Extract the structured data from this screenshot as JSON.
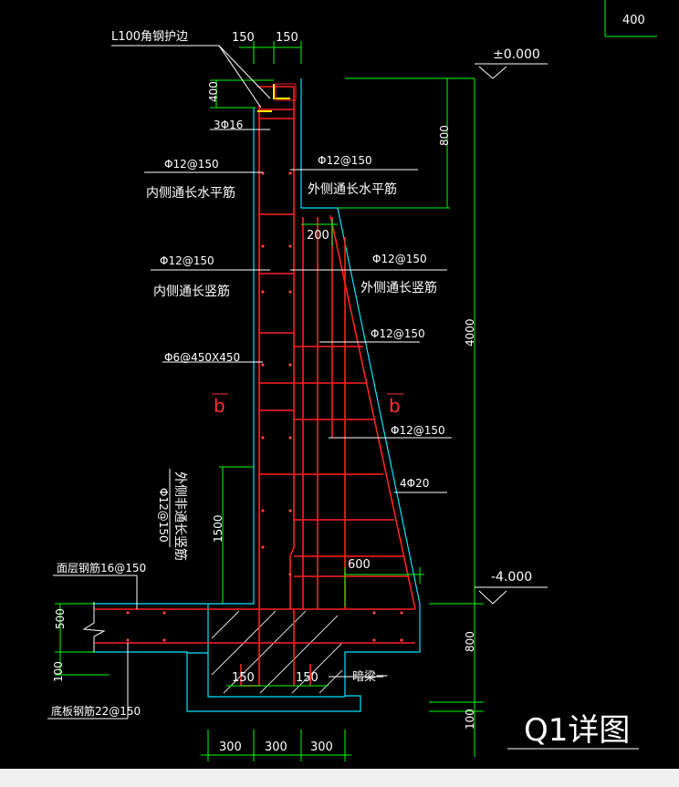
{
  "title": "Q1详图",
  "labels": {
    "angle_steel": "L100角钢护边",
    "top_bars": "3Φ16",
    "inner_horiz_spec": "Φ12@150",
    "inner_horiz_text": "内侧通长水平筋",
    "outer_horiz_spec": "Φ12@150",
    "outer_horiz_text": "外侧通长水平筋",
    "inner_vert_spec": "Φ12@150",
    "inner_vert_text": "内侧通长竖筋",
    "outer_vert_spec": "Φ12@150",
    "outer_vert_text": "外侧通长竖筋",
    "buttress_spec1": "Φ12@150",
    "tie_bars": "Φ6@450X450",
    "section_left": "b",
    "section_right": "b",
    "buttress_spec2": "Φ12@150",
    "buttress_main": "4Φ20",
    "outer_extra_spec": "Φ12@150",
    "outer_extra_text": "外侧非通长竖筋",
    "top_slab_rebar": "面层钢筋16@150",
    "bottom_slab_rebar": "底板钢筋22@150",
    "hidden_beam": "暗梁一"
  },
  "levels": {
    "top": "±0.000",
    "bottom": "-4.000"
  },
  "dimensions": {
    "top_w1": "150",
    "top_w2": "150",
    "corner_h": "400",
    "upper_h": "800",
    "main_h": "4000",
    "buttress_w": "200",
    "extra_len": "1500",
    "base_w": "600",
    "slab_h": "500",
    "pad_h": "100",
    "pit_w1": "150",
    "pit_w2": "150",
    "found_h": "800",
    "found_pad": "100",
    "base1": "300",
    "base2": "300",
    "base3": "300",
    "corner_ref": "400"
  }
}
